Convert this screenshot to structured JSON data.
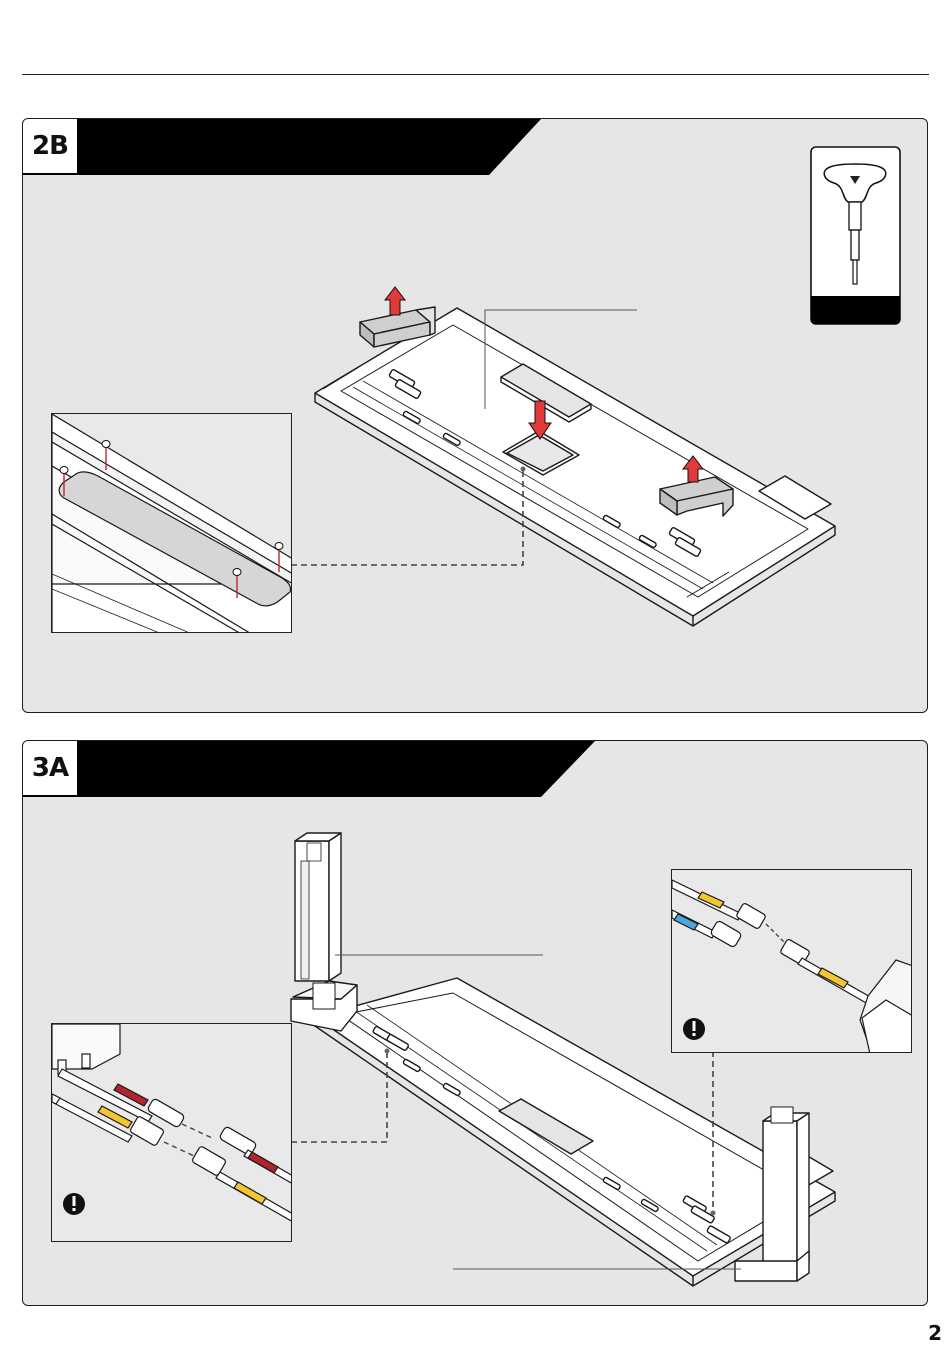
{
  "page": {
    "number": "2"
  },
  "steps": [
    {
      "label": "2B"
    },
    {
      "label": "3A"
    }
  ],
  "icons": {
    "tool": "screwdriver-icon",
    "warning": "exclamation-icon",
    "arrow": "lift-arrow-icon"
  },
  "colors": {
    "panel_background": "#e6e6e6",
    "banner": "#000000",
    "arrow_red": "#e03a3a",
    "cable_red": "#b0242a",
    "cable_yellow": "#f2c62f",
    "cable_blue": "#4aa8e0"
  }
}
